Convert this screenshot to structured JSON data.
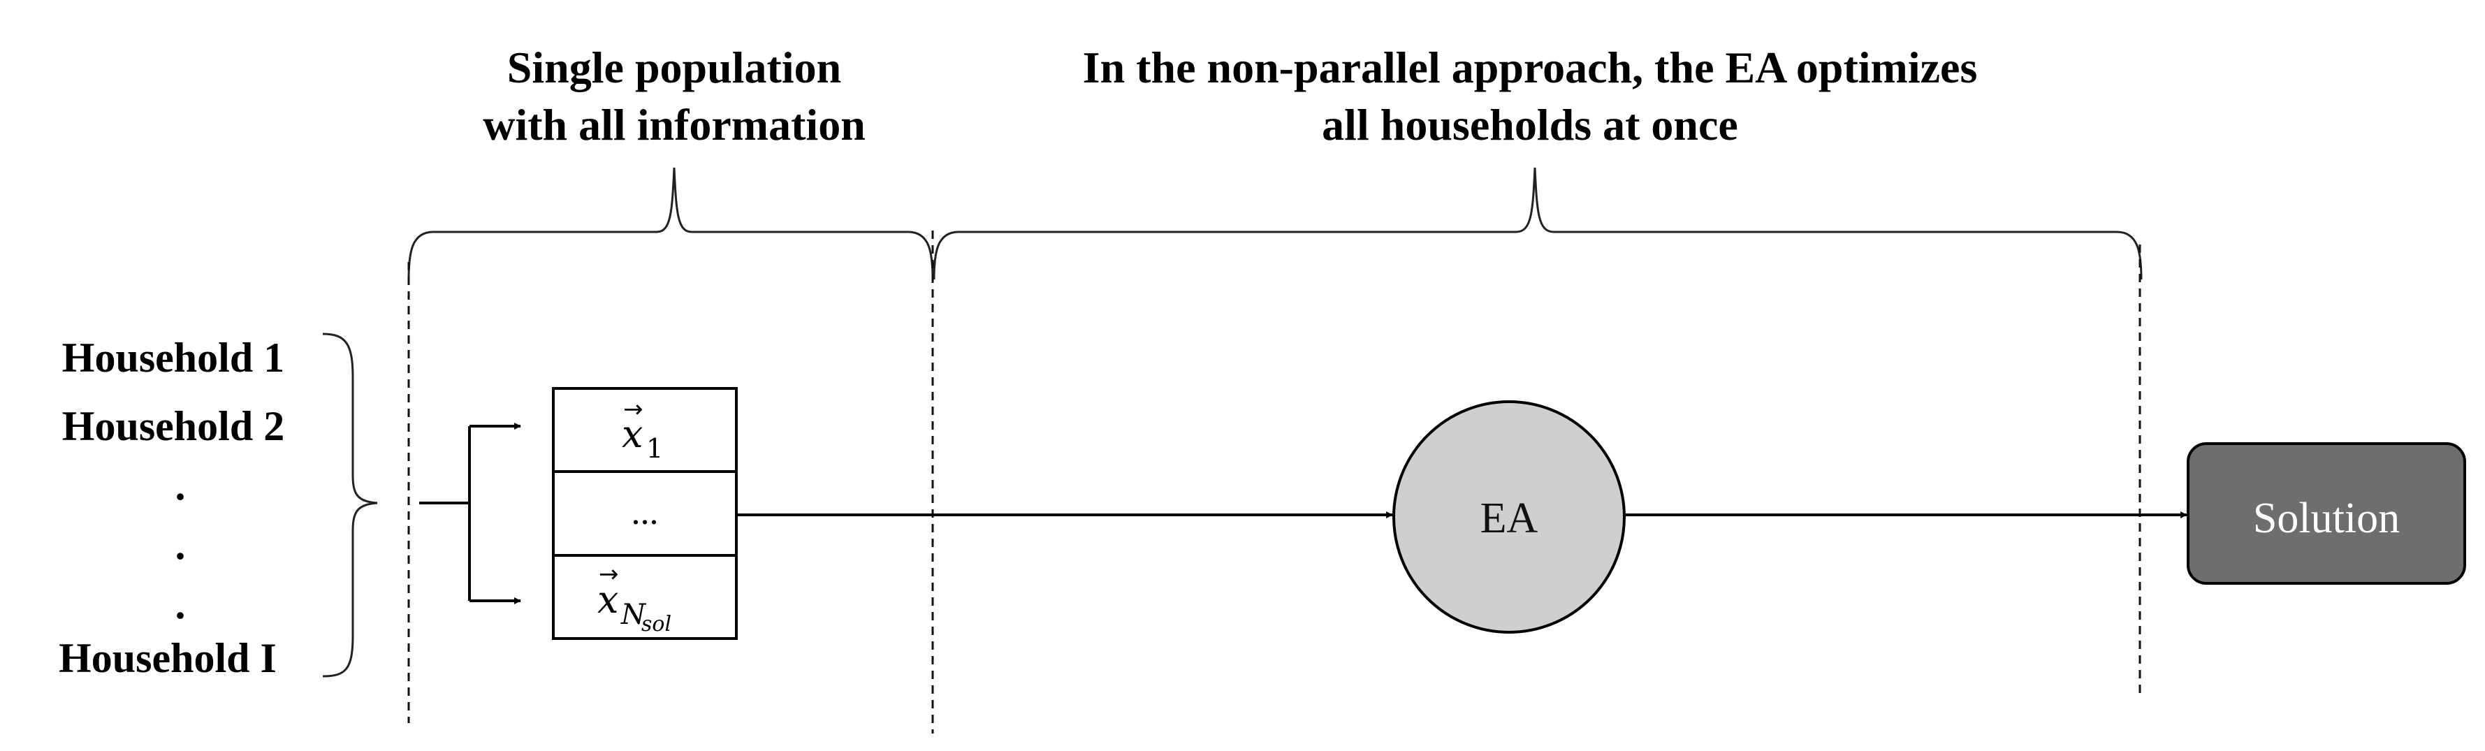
{
  "headers": {
    "population": [
      "Single population",
      "with all information"
    ],
    "approach": [
      "In the non-parallel approach, the EA optimizes",
      "all households at once"
    ]
  },
  "households": {
    "first": "Household 1",
    "second": "Household 2",
    "dots": [
      ".",
      ".",
      "."
    ],
    "last": "Household I"
  },
  "population_box": {
    "row1_symbol": "x",
    "row1_sub": "1",
    "row2": "...",
    "row3_symbol": "x",
    "row3_sub_base": "N",
    "row3_sub_sub": "sol"
  },
  "ea_node": {
    "label": "EA"
  },
  "solution_node": {
    "label": "Solution"
  },
  "colors": {
    "ea_fill": "#d0cecf",
    "solution_fill": "#6e6e6e",
    "solution_text": "#ffffff"
  }
}
